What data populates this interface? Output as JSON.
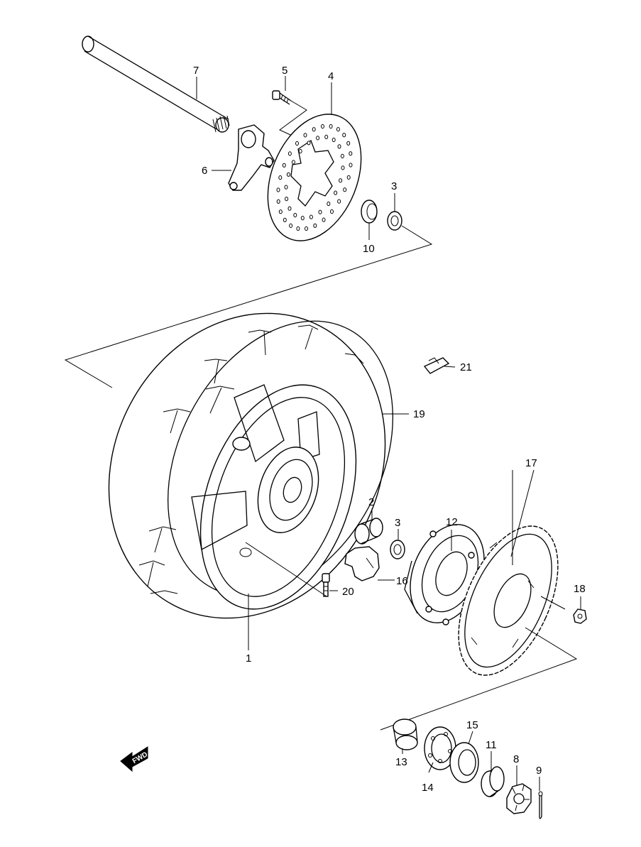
{
  "callouts": [
    {
      "id": "p1",
      "text": "1"
    },
    {
      "id": "p2",
      "text": "2"
    },
    {
      "id": "p3a",
      "text": "3"
    },
    {
      "id": "p3b",
      "text": "3"
    },
    {
      "id": "p4",
      "text": "4"
    },
    {
      "id": "p5",
      "text": "5"
    },
    {
      "id": "p6",
      "text": "6"
    },
    {
      "id": "p7",
      "text": "7"
    },
    {
      "id": "p8",
      "text": "8"
    },
    {
      "id": "p9",
      "text": "9"
    },
    {
      "id": "p10",
      "text": "10"
    },
    {
      "id": "p11",
      "text": "11"
    },
    {
      "id": "p12",
      "text": "12"
    },
    {
      "id": "p13",
      "text": "13"
    },
    {
      "id": "p14",
      "text": "14"
    },
    {
      "id": "p15",
      "text": "15"
    },
    {
      "id": "p16",
      "text": "16"
    },
    {
      "id": "p17",
      "text": "17"
    },
    {
      "id": "p18",
      "text": "18"
    },
    {
      "id": "p19",
      "text": "19"
    },
    {
      "id": "p20",
      "text": "20"
    },
    {
      "id": "p21",
      "text": "21"
    }
  ],
  "fwd_badge": {
    "text": "FWD",
    "icon": "forward-arrow-icon"
  }
}
